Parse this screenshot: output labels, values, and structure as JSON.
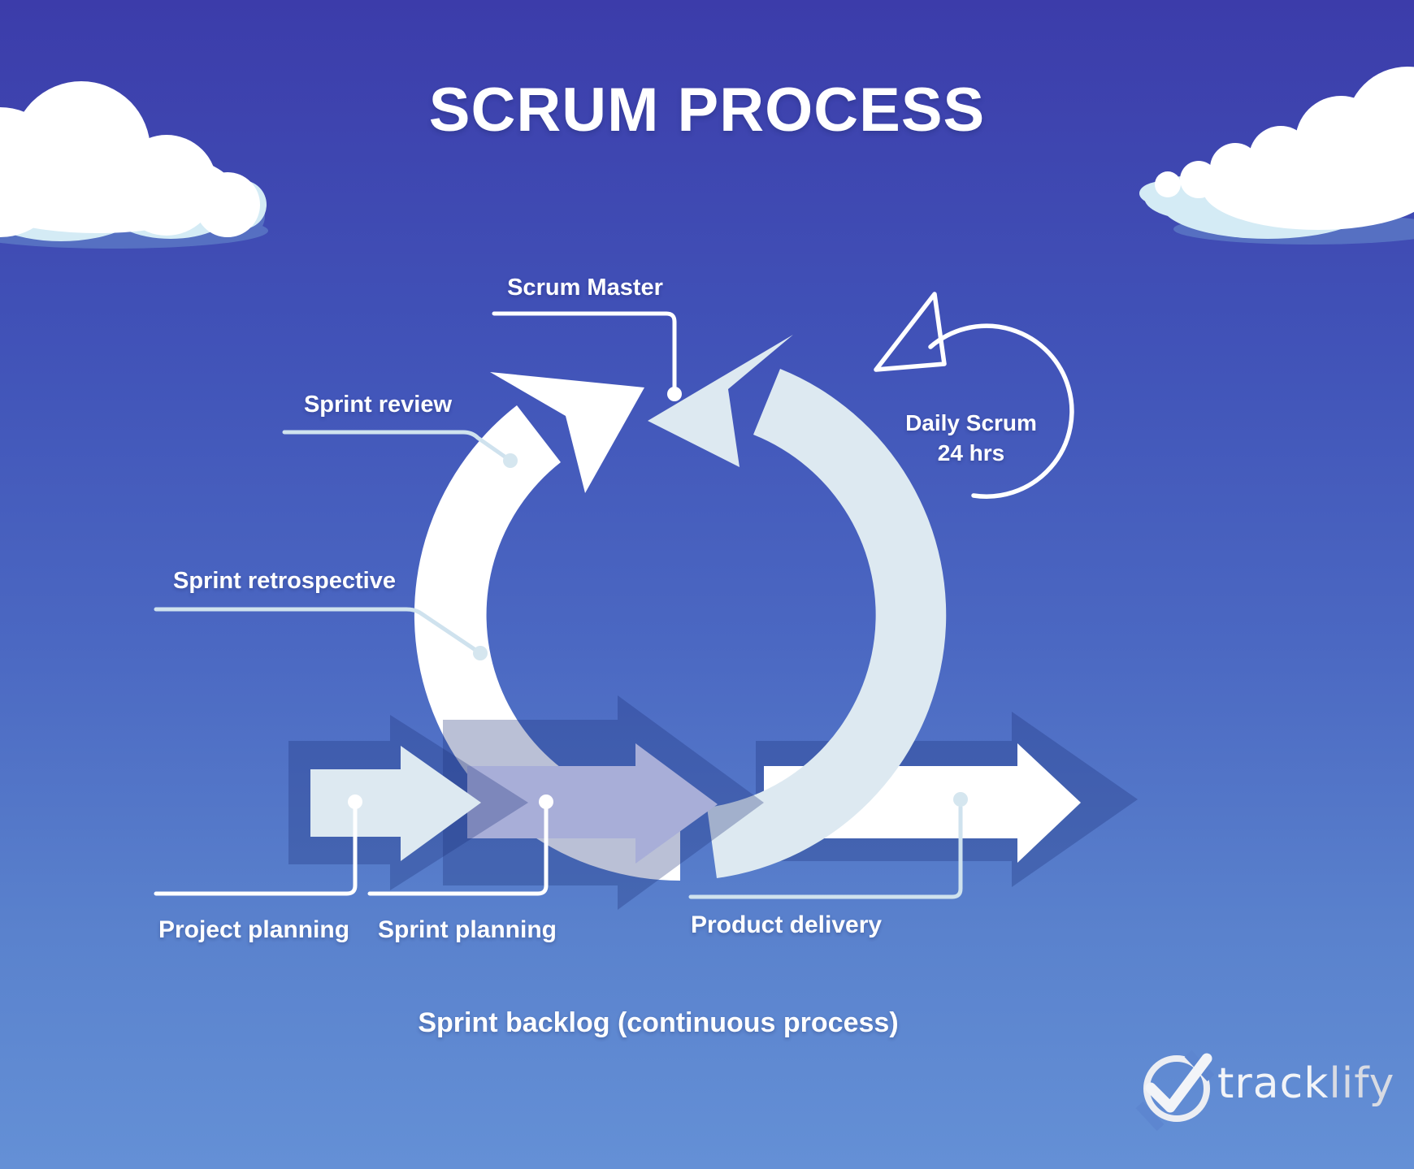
{
  "title": "SCRUM PROCESS",
  "labels": {
    "scrum_master": "Scrum Master",
    "sprint_review": "Sprint review",
    "sprint_retrospective": "Sprint retrospective",
    "project_planning": "Project planning",
    "sprint_planning": "Sprint planning",
    "product_delivery": "Product delivery"
  },
  "daily_scrum": {
    "line1": "Daily Scrum",
    "line2": "24 hrs"
  },
  "caption": "Sprint backlog (continuous process)",
  "logo": {
    "track": "track",
    "lify": "lify"
  },
  "colors": {
    "background_top": "#3c3caa",
    "background_bottom": "#6490d6",
    "cycle_white_arc": "#ffffff",
    "cycle_pale_arc": "#dde9f1",
    "sprint_planning_arrow": "#a8aed8",
    "project_planning_arrow": "#dde9f1",
    "product_delivery_arrow": "#ffffff",
    "arrow_shadow": "rgba(26,48,118,0.30)",
    "leader_line_pale": "#cfe2ee",
    "leader_line_white": "#ffffff",
    "cloud_underside": "#d4ebf5",
    "cloud_shadow": "#6688cc",
    "label_text": "#ffffff"
  }
}
